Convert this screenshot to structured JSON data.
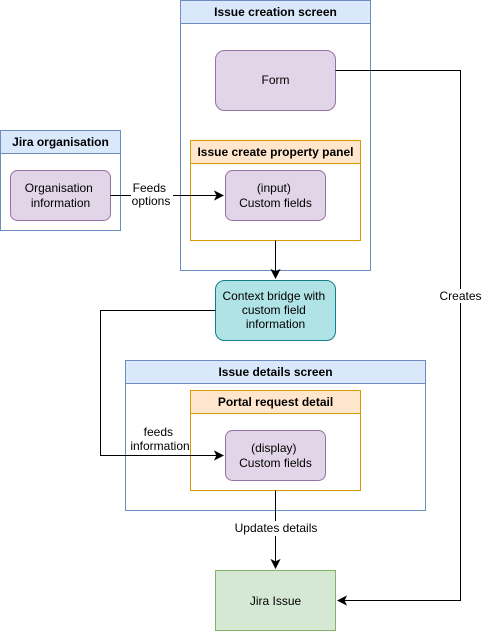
{
  "containers": {
    "issue_creation_screen": "Issue creation screen",
    "jira_organisation": "Jira organisation",
    "issue_create_property_panel": "Issue create property panel",
    "issue_details_screen": "Issue details screen",
    "portal_request_detail": "Portal request detail"
  },
  "nodes": {
    "form": [
      "Form"
    ],
    "organisation_information": [
      "Organisation",
      "information"
    ],
    "input_custom_fields": [
      "(input)",
      "Custom fields"
    ],
    "context_bridge": [
      "Context bridge with",
      "custom field",
      "information"
    ],
    "display_custom_fields": [
      "(display)",
      "Custom fields"
    ],
    "jira_issue": [
      "Jira Issue"
    ]
  },
  "edge_labels": {
    "feeds_options": [
      "Feeds",
      "options"
    ],
    "creates": [
      "Creates"
    ],
    "feeds_information": [
      "feeds",
      "information"
    ],
    "updates_details": [
      "Updates details"
    ]
  },
  "colors": {
    "blue_fill": "#dae8fc",
    "blue_stroke": "#6c8ebf",
    "purple_fill": "#e1d5e7",
    "purple_stroke": "#9673a6",
    "orange_fill": "#ffe6cc",
    "orange_stroke": "#d79b00",
    "teal_fill": "#b0e3e6",
    "teal_stroke": "#0e8088",
    "green_fill": "#d5e8d4",
    "green_stroke": "#82b366"
  }
}
